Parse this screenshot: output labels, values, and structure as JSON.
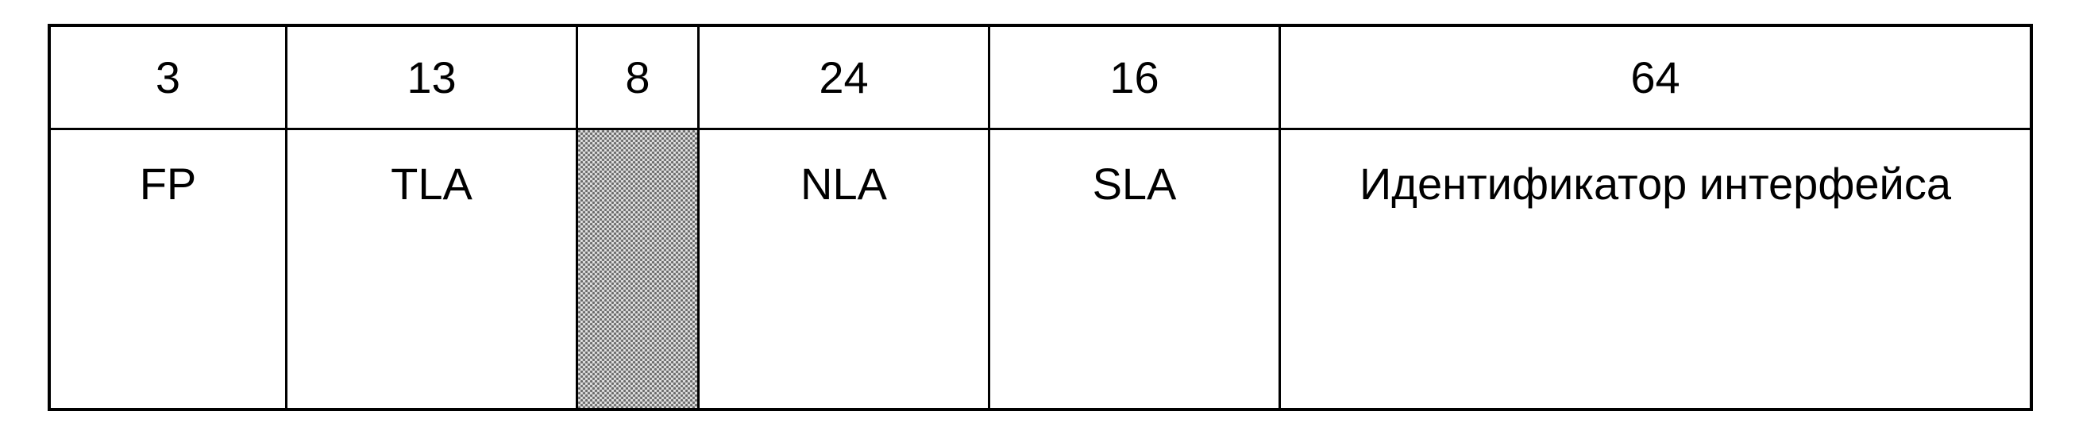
{
  "fields": [
    {
      "bits": "3",
      "name": "FP"
    },
    {
      "bits": "13",
      "name": "TLA"
    },
    {
      "bits": "8",
      "name": ""
    },
    {
      "bits": "24",
      "name": "NLA"
    },
    {
      "bits": "16",
      "name": "SLA"
    },
    {
      "bits": "64",
      "name": "Идентификатор интерфейса"
    }
  ],
  "colors": {
    "line": "#000000",
    "background": "#ffffff",
    "reserved_fill": "#bdbdbd"
  }
}
